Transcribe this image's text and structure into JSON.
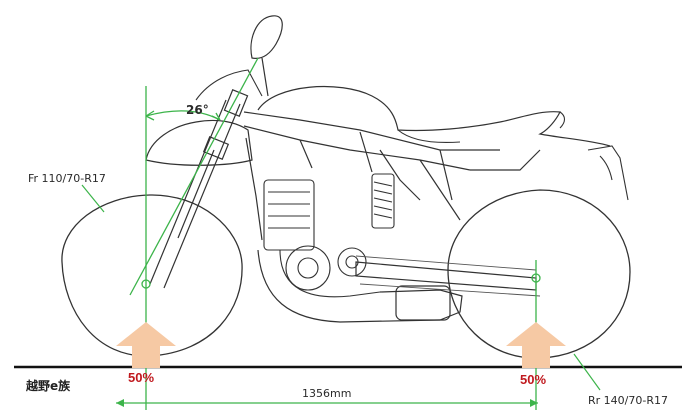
{
  "labels": {
    "steering_angle": "26°",
    "front_tire": "Fr 110/70-R17",
    "rear_tire": "Rr 140/70-R17",
    "wheelbase": "1356mm",
    "front_weight": "50%",
    "rear_weight": "50%",
    "logo": "越野e族"
  },
  "colors": {
    "line": "#333333",
    "green": "#3cb44a",
    "arrow": "#f6c9a4",
    "percent": "#c0191e"
  },
  "icons": {
    "weight_arrow": "up-arrow-icon"
  }
}
